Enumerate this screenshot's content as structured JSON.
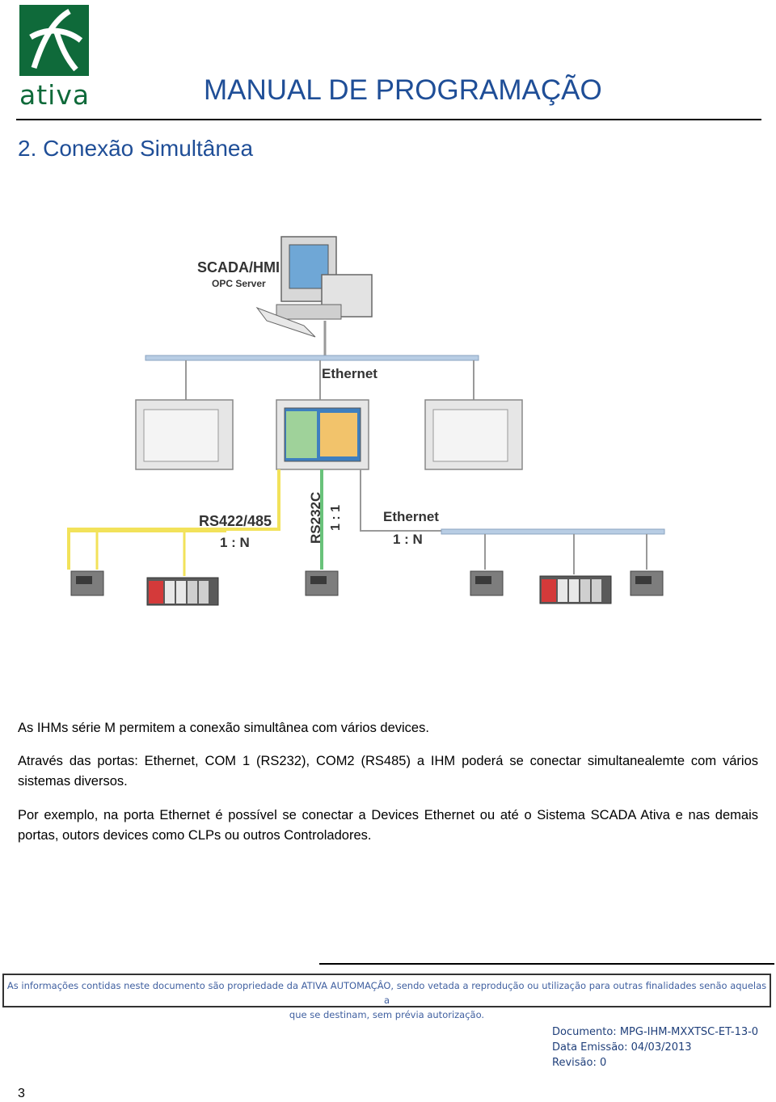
{
  "header": {
    "logo_text": "ativa",
    "title": "MANUAL DE PROGRAMAÇÃO"
  },
  "section": {
    "title": "2.  Conexão Simultânea"
  },
  "diagram": {
    "scada_label": "SCADA/HMI",
    "opc_label": "OPC Server",
    "ethernet_top_label": "Ethernet",
    "rs422_label": "RS422/485",
    "rs422_ratio": "1 : N",
    "rs232_label": "RS232C",
    "rs232_ratio": "1 : 1",
    "ethernet_right_label": "Ethernet",
    "ethernet_right_ratio": "1 : N"
  },
  "body": {
    "p1": "As IHMs série M permitem a conexão simultânea com vários devices.",
    "p2": "Através das portas: Ethernet, COM 1 (RS232), COM2 (RS485) a IHM poderá se conectar simultanealemte com vários sistemas diversos.",
    "p3": "Por exemplo, na porta Ethernet é possível se conectar a Devices Ethernet ou até o Sistema SCADA Ativa e nas demais portas, outors devices como CLPs ou outros Controladores."
  },
  "footer": {
    "disclaimer_line1": "As informações contidas neste documento são propriedade da ATIVA AUTOMAÇÂO, sendo vetada a reprodução ou utilização para outras finalidades senão aquelas a",
    "disclaimer_line2": "que se destinam, sem prévia autorização.",
    "document": "Documento: MPG-IHM-MXXTSC-ET-13-0",
    "issue_date": "Data Emissão: 04/03/2013",
    "revision": "Revisão:  0",
    "page_number": "3"
  }
}
